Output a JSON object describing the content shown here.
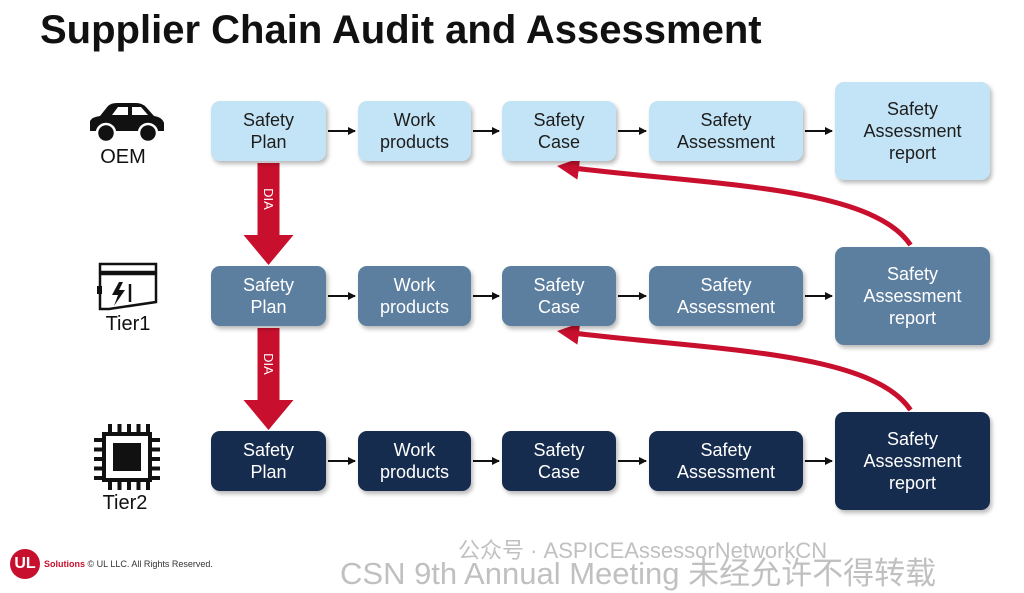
{
  "title": "Supplier Chain Audit and Assessment",
  "levels": [
    {
      "label": "OEM",
      "icon": "car-icon"
    },
    {
      "label": "Tier1",
      "icon": "battery-module-icon"
    },
    {
      "label": "Tier2",
      "icon": "chip-icon"
    }
  ],
  "steps": [
    "Safety\nPlan",
    "Work\nproducts",
    "Safety\nCase",
    "Safety\nAssessment",
    "Safety\nAssessment\nreport"
  ],
  "dia_label": "DIA",
  "colors": {
    "oem_box": "#c3e4f6",
    "tier1_box": "#5d7f9f",
    "tier2_box": "#162c4e",
    "dia_arrow": "#c8102e",
    "feedback_arrow": "#c8102e"
  },
  "footer": {
    "logo_text": "UL",
    "brand": "Solutions",
    "copyright": "© UL LLC. All Rights Reserved."
  },
  "watermark": {
    "line1": "CSN 9th Annual Meeting 未经允许不得转载",
    "line2": "公众号 · ASPICEAssessorNetworkCN"
  }
}
